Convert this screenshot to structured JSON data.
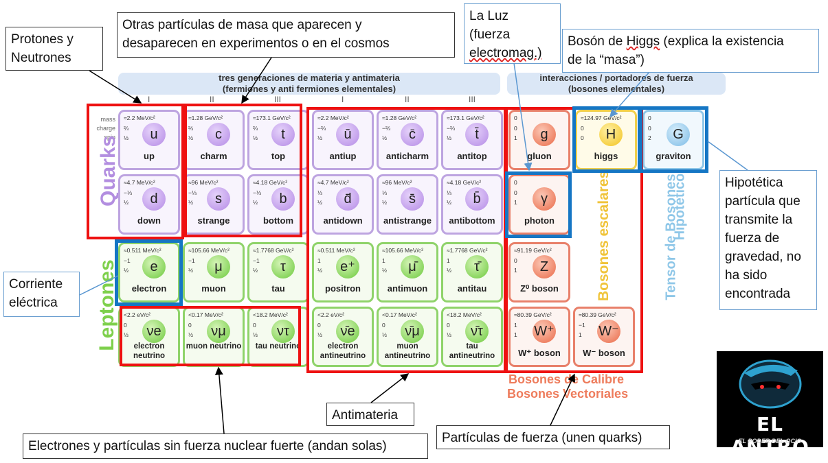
{
  "header": {
    "matter_band_line1": "tres generaciones de materia y antimateria",
    "matter_band_line2": "(fermiones y anti fermiones elementales)",
    "force_band_line1": "interacciones / portadores de fuerza",
    "force_band_line2": "(bosones elementales)",
    "generations": [
      "I",
      "II",
      "III",
      "I",
      "II",
      "III"
    ]
  },
  "row_labels": {
    "mass": "mass",
    "charge": "charge",
    "spin": "spin"
  },
  "side_labels": {
    "quarks": "Quarks",
    "leptons": "Leptones",
    "escalares": "Bosones escalares",
    "hipotetico_line1": "Hipotético",
    "hipotetico_line2": "Tensor de Bosones",
    "calibre": "Bosones de Calibre",
    "vectoriales": "Bosones Vectoriales"
  },
  "particles": {
    "up": {
      "mass": "≈2.2 MeV/c²",
      "charge": "⅔",
      "spin": "½",
      "symbol": "u",
      "name": "up"
    },
    "charm": {
      "mass": "≈1.28 GeV/c²",
      "charge": "⅔",
      "spin": "½",
      "symbol": "c",
      "name": "charm"
    },
    "top": {
      "mass": "≈173.1 GeV/c²",
      "charge": "⅔",
      "spin": "½",
      "symbol": "t",
      "name": "top"
    },
    "down": {
      "mass": "≈4.7 MeV/c²",
      "charge": "−⅓",
      "spin": "½",
      "symbol": "d",
      "name": "down"
    },
    "strange": {
      "mass": "≈96 MeV/c²",
      "charge": "−⅓",
      "spin": "½",
      "symbol": "s",
      "name": "strange"
    },
    "bottom": {
      "mass": "≈4.18 GeV/c²",
      "charge": "−⅓",
      "spin": "½",
      "symbol": "b",
      "name": "bottom"
    },
    "antiup": {
      "mass": "≈2.2 MeV/c²",
      "charge": "−⅔",
      "spin": "½",
      "symbol": "ū",
      "name": "antiup"
    },
    "anticharm": {
      "mass": "≈1.28 GeV/c²",
      "charge": "−⅔",
      "spin": "½",
      "symbol": "c̄",
      "name": "anticharm"
    },
    "antitop": {
      "mass": "≈173.1 GeV/c²",
      "charge": "−⅔",
      "spin": "½",
      "symbol": "t̄",
      "name": "antitop"
    },
    "antidown": {
      "mass": "≈4.7 MeV/c²",
      "charge": "⅓",
      "spin": "½",
      "symbol": "d̄",
      "name": "antidown"
    },
    "antistrange": {
      "mass": "≈96 MeV/c²",
      "charge": "⅓",
      "spin": "½",
      "symbol": "s̄",
      "name": "antistrange"
    },
    "antibottom": {
      "mass": "≈4.18 GeV/c²",
      "charge": "⅓",
      "spin": "½",
      "symbol": "b̄",
      "name": "antibottom"
    },
    "electron": {
      "mass": "≈0.511 MeV/c²",
      "charge": "−1",
      "spin": "½",
      "symbol": "e",
      "name": "electron"
    },
    "muon": {
      "mass": "≈105.66 MeV/c²",
      "charge": "−1",
      "spin": "½",
      "symbol": "μ",
      "name": "muon"
    },
    "tau": {
      "mass": "≈1.7768 GeV/c²",
      "charge": "−1",
      "spin": "½",
      "symbol": "τ",
      "name": "tau"
    },
    "positron": {
      "mass": "≈0.511 MeV/c²",
      "charge": "1",
      "spin": "½",
      "symbol": "e⁺",
      "name": "positron"
    },
    "antimuon": {
      "mass": "≈105.66 MeV/c²",
      "charge": "1",
      "spin": "½",
      "symbol": "μ̄",
      "name": "antimuon"
    },
    "antitau": {
      "mass": "≈1.7768 GeV/c²",
      "charge": "1",
      "spin": "½",
      "symbol": "τ̄",
      "name": "antitau"
    },
    "e_neutrino": {
      "mass": "<2.2 eV/c²",
      "charge": "0",
      "spin": "½",
      "symbol": "νe",
      "name": "electron neutrino"
    },
    "mu_neutrino": {
      "mass": "<0.17 MeV/c²",
      "charge": "0",
      "spin": "½",
      "symbol": "νμ",
      "name": "muon neutrino"
    },
    "tau_neutrino": {
      "mass": "<18.2 MeV/c²",
      "charge": "0",
      "spin": "½",
      "symbol": "ντ",
      "name": "tau neutrino"
    },
    "e_antineutrino": {
      "mass": "<2.2 eV/c²",
      "charge": "0",
      "spin": "½",
      "symbol": "ν̄e",
      "name": "electron antineutrino"
    },
    "mu_antineutrino": {
      "mass": "<0.17 MeV/c²",
      "charge": "0",
      "spin": "½",
      "symbol": "ν̄μ",
      "name": "muon antineutrino"
    },
    "tau_antineutrino": {
      "mass": "<18.2 MeV/c²",
      "charge": "0",
      "spin": "½",
      "symbol": "ν̄τ",
      "name": "tau antineutrino"
    },
    "gluon": {
      "mass": "0",
      "charge": "0",
      "spin": "1",
      "symbol": "g",
      "name": "gluon"
    },
    "higgs": {
      "mass": "≈124.97 GeV/c²",
      "charge": "0",
      "spin": "0",
      "symbol": "H",
      "name": "higgs"
    },
    "graviton": {
      "mass": "0",
      "charge": "0",
      "spin": "2",
      "symbol": "G",
      "name": "graviton"
    },
    "photon": {
      "mass": "0",
      "charge": "0",
      "spin": "1",
      "symbol": "γ",
      "name": "photon"
    },
    "z_boson": {
      "mass": "≈91.19 GeV/c²",
      "charge": "0",
      "spin": "1",
      "symbol": "Z",
      "name": "Z⁰ boson"
    },
    "w_plus": {
      "mass": "≈80.39 GeV/c²",
      "charge": "1",
      "spin": "1",
      "symbol": "W⁺",
      "name": "W⁺ boson"
    },
    "w_minus": {
      "mass": "≈80.39 GeV/c²",
      "charge": "−1",
      "spin": "1",
      "symbol": "W⁻",
      "name": "W⁻ boson"
    }
  },
  "callouts": {
    "protones_l1": "Protones y",
    "protones_l2": "Neutrones",
    "otras_l1": "Otras partículas de masa que aparecen y",
    "otras_l2": "desaparecen en experimentos o en el cosmos",
    "luz_l1": "La Luz",
    "luz_l2": "(fuerza",
    "luz_l3": "electromag.)",
    "higgs_l1_a": "Bosón de ",
    "higgs_l1_b": "Higgs",
    "higgs_l1_c": " (explica la existencia",
    "higgs_l2": "de la “masa”)",
    "hipotetica": [
      "Hipotética",
      "partícula que",
      "transmite la",
      "fuerza de",
      "gravedad, no",
      "ha sido",
      "encontrada"
    ],
    "corriente_l1": "Corriente",
    "corriente_l2": "eléctrica",
    "antimateria": "Antimateria",
    "electrones": "Electrones y partículas sin fuerza nuclear fuerte (andan solas)",
    "fuerza": "Partículas de fuerza (unen quarks)"
  },
  "logo": {
    "title": "EL ANTRO",
    "tagline": "EL PODER DEL OCIO"
  },
  "colors": {
    "red_box": "#ee1111",
    "blue_box": "#1576c4",
    "quark": "#bda4e0",
    "lepton": "#8fd36a",
    "gauge": "#e8806a",
    "higgs": "#f0cf4a"
  }
}
